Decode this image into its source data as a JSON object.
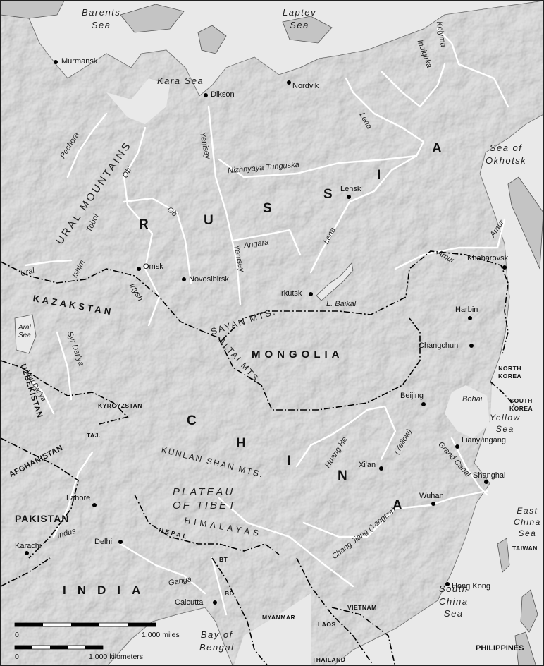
{
  "seas": {
    "barents": "Barents\nSea",
    "laptev": "Laptev\nSea",
    "kara": "Kara Sea",
    "okhotsk": "Sea of\nOkhotsk",
    "yellow": "Yellow\nSea",
    "east_china": "East\nChina\nSea",
    "south_china": "South\nChina\nSea",
    "bengal": "Bay of\nBengal",
    "bohai": "Bohai",
    "aral": "Aral\nSea",
    "baikal": "L. Baikal"
  },
  "rivers": {
    "pechora": "Pechora",
    "ob_north": "Ob'",
    "ob_south": "Ob'",
    "yenisey_north": "Yenisey",
    "yenisey_south": "Yenisey",
    "nizhnyaya": "Nizhnyaya Tunguska",
    "lena_north": "Lena",
    "lena_south": "Lena",
    "indigirka": "Indigirka",
    "kolyma": "Kolyma",
    "amur_north": "Amur",
    "amur_south": "Amur",
    "angara": "Angara",
    "tobol": "Tobol",
    "ishim": "Ishim",
    "irtysh": "Irtysh",
    "ural": "Ural",
    "syr_darya": "Syr Dar'ya",
    "amu_darya": "Amu Dar'ya",
    "indus": "Indus",
    "ganga": "Ganga",
    "huang_he": "Huang He",
    "yellow": "(Yellow)",
    "grand_canal": "Grand Canal",
    "chang_jiang": "Chang Jiang (Yangtze)"
  },
  "cities": {
    "murmansk": "Murmansk",
    "dikson": "Dikson",
    "nordvik": "Nordvik",
    "lensk": "Lensk",
    "omsk": "Omsk",
    "novosibirsk": "Novosibirsk",
    "irkutsk": "Irkutsk",
    "khabarovsk": "Khabarovsk",
    "harbin": "Harbin",
    "changchun": "Changchun",
    "beijing": "Beijing",
    "lianyungang": "Lianyungang",
    "xian": "Xi'an",
    "shanghai": "Shanghai",
    "wuhan": "Wuhan",
    "hong_kong": "Hong Kong",
    "lahore": "Lahore",
    "delhi": "Delhi",
    "karachi": "Karachi",
    "calcutta": "Calcutta"
  },
  "countries": {
    "kazakstan": "KAZAKSTAN",
    "uzbekistan": "UZBEKISTAN",
    "kyrgyzstan": "KYRGYZSTAN",
    "tajikistan": "TAJ.",
    "afghanistan": "AFGHANISTAN",
    "pakistan": "PAKISTAN",
    "india": "INDIA",
    "nepal": "NEPAL",
    "bhutan": "BT",
    "bangladesh": "BD",
    "myanmar": "MYANMAR",
    "laos": "LAOS",
    "vietnam": "VIETNAM",
    "thailand": "THAILAND",
    "mongolia": "MONGOLIA",
    "north_korea": "NORTH\nKOREA",
    "south_korea": "SOUTH\nKOREA",
    "taiwan": "TAIWAN",
    "philippines": "PHILIPPINES"
  },
  "big_letters": {
    "russia": [
      "R",
      "U",
      "S",
      "S",
      "I",
      "A"
    ],
    "china": [
      "C",
      "H",
      "I",
      "N",
      "A"
    ]
  },
  "mountains": {
    "ural": "URAL MOUNTAINS",
    "sayan": "SAYAN MTS.",
    "altai": "ALTAI MTS.",
    "kunlun": "KUNLAN SHAN MTS.",
    "himalayas": "HIMALAYAS",
    "plateau": "PLATEAU\nOF TIBET"
  },
  "scale": {
    "miles_zero": "0",
    "miles_label": "1,000 miles",
    "km_zero": "0",
    "km_label": "1,000 kilometers"
  },
  "colors": {
    "ocean": "#e9e9e9",
    "land": "#c4c4c4",
    "river": "#ffffff",
    "border": "#000000"
  }
}
